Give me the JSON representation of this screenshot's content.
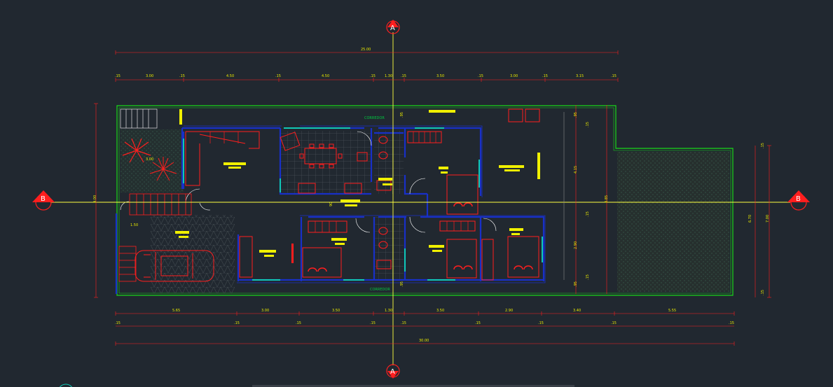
{
  "colors": {
    "background": "#212830",
    "boundary": "#18d818",
    "walls": "#1830c8",
    "furniture": "#ff1e1e",
    "dimension": "#e8e800",
    "axis": "#ffff40",
    "window": "#10c8b4",
    "marker": "#ff1e1e"
  },
  "section_markers": {
    "top": "A",
    "bottom": "A",
    "left": "B",
    "right": "B"
  },
  "labels": {
    "corridor_top": "CORREDOR",
    "corridor_bottom": "CORREDOR"
  },
  "dimensions": {
    "top_total": "25.00",
    "top_row": [
      ".15",
      "3.00",
      ".15",
      "4.50",
      ".15",
      "4.50",
      ".15",
      "1.30",
      ".15",
      "3.50",
      ".15",
      "3.00",
      ".15",
      "3.15",
      ".15"
    ],
    "bottom_row": [
      "5.65",
      "3.00",
      "3.50",
      "1.30",
      "3.50",
      "2.90",
      "3.40",
      "5.55"
    ],
    "bottom_small": [
      ".15",
      ".15",
      ".15",
      ".15",
      ".15",
      ".15",
      ".15",
      ".15",
      ".15"
    ],
    "bottom_total": "30.00",
    "left_height": "9.00",
    "right_height": "7.00",
    "right_inner": "6.70",
    "right_small_top": ".15",
    "right_small_bottom": ".15",
    "mid_height": "8.85",
    "mid_upper": "4.15",
    "mid_lower": "2.90",
    "mid_smalls": [
      ".15",
      ".15",
      ".15"
    ],
    "side_small": [
      ".95",
      ".95"
    ],
    "plant_area": "3.00",
    "stair_width": "1.50",
    "door_small": "90",
    "corridor_small_top": ".95",
    "corridor_small_bottom": ".95"
  }
}
